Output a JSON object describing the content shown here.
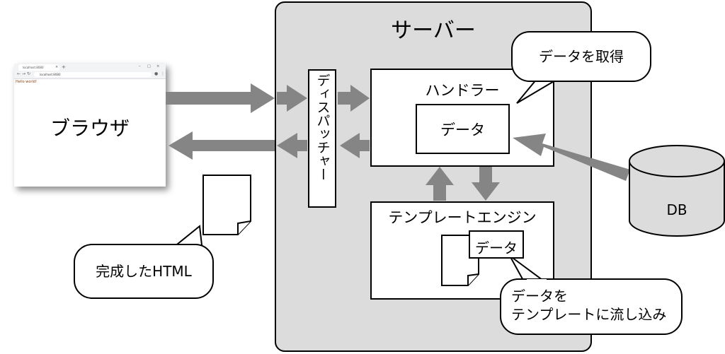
{
  "server": {
    "title": "サーバー"
  },
  "browser": {
    "label": "ブラウザ",
    "tab_title": "localhost:8080",
    "url": "localhost:8080",
    "content": "Hello world!"
  },
  "dispatcher": {
    "label": "ディスパッチャー"
  },
  "handler": {
    "label": "ハンドラー",
    "data_label": "データ"
  },
  "template_engine": {
    "label": "テンプレートエンジン",
    "data_label": "データ"
  },
  "database": {
    "label": "DB"
  },
  "callouts": {
    "get_data": "データを取得",
    "pour_line1": "データを",
    "pour_line2": "テンプレートに流し込み",
    "completed_html": "完成したHTML"
  },
  "colors": {
    "arrow": "#858585",
    "server_bg": "#dcdcdc",
    "outline": "#000000"
  }
}
